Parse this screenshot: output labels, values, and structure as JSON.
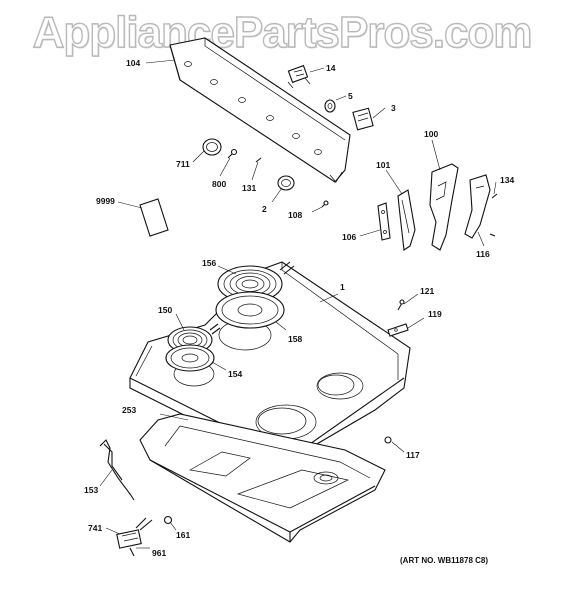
{
  "watermark": "AppliancePartsPros.com",
  "art_number": "(ART NO. WB11878 C8)",
  "labels": {
    "p104": "104",
    "p14": "14",
    "p5": "5",
    "p3": "3",
    "p711": "711",
    "p800": "800",
    "p131": "131",
    "p2": "2",
    "p108": "108",
    "p100": "100",
    "p101": "101",
    "p134": "134",
    "p9999": "9999",
    "p106": "106",
    "p116": "116",
    "p156": "156",
    "p1": "1",
    "p121": "121",
    "p150": "150",
    "p158": "158",
    "p119": "119",
    "p154": "154",
    "p253": "253",
    "p117": "117",
    "p153": "153",
    "p741": "741",
    "p161": "161",
    "p961": "961"
  }
}
